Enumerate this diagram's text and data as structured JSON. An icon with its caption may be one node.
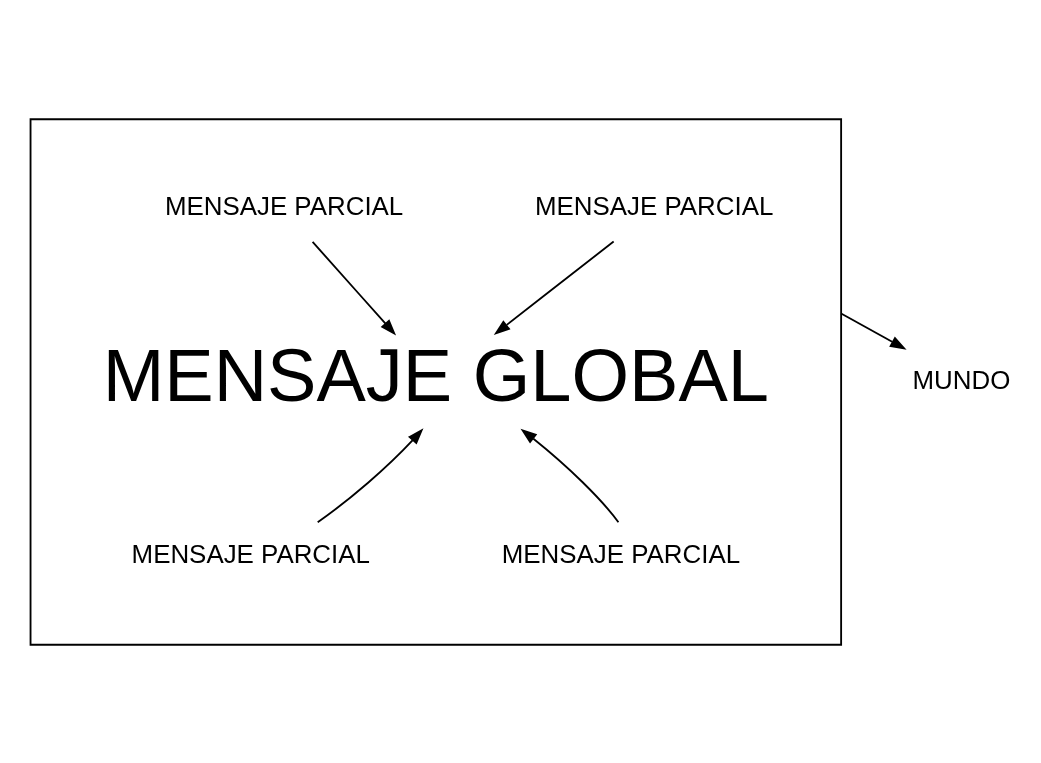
{
  "diagram": {
    "nodes": [
      {
        "text": [],
        "shape": "box"
      },
      {
        "text": [
          "MENSAJE PARCIAL"
        ],
        "in": 0
      },
      {
        "text": [
          "MENSAJE PARCIAL"
        ],
        "in": 0
      },
      {
        "text": [
          "MENSAJE GLOBAL"
        ],
        "in": 0
      },
      {
        "text": [
          "MENSAJE PARCIAL"
        ],
        "in": 0
      },
      {
        "text": [
          "MENSAJE PARCIAL"
        ],
        "in": 0
      },
      {
        "text": [
          "MUNDO"
        ]
      }
    ],
    "edges": [
      {
        "from": 1,
        "to": 3,
        "arrow": "to"
      },
      {
        "from": 2,
        "to": 3,
        "arrow": "to"
      },
      {
        "from": 4,
        "to": 3,
        "arrow": "to"
      },
      {
        "from": 5,
        "to": 3,
        "arrow": "to"
      },
      {
        "from": 0,
        "to": 6,
        "arrow": "to"
      }
    ]
  }
}
